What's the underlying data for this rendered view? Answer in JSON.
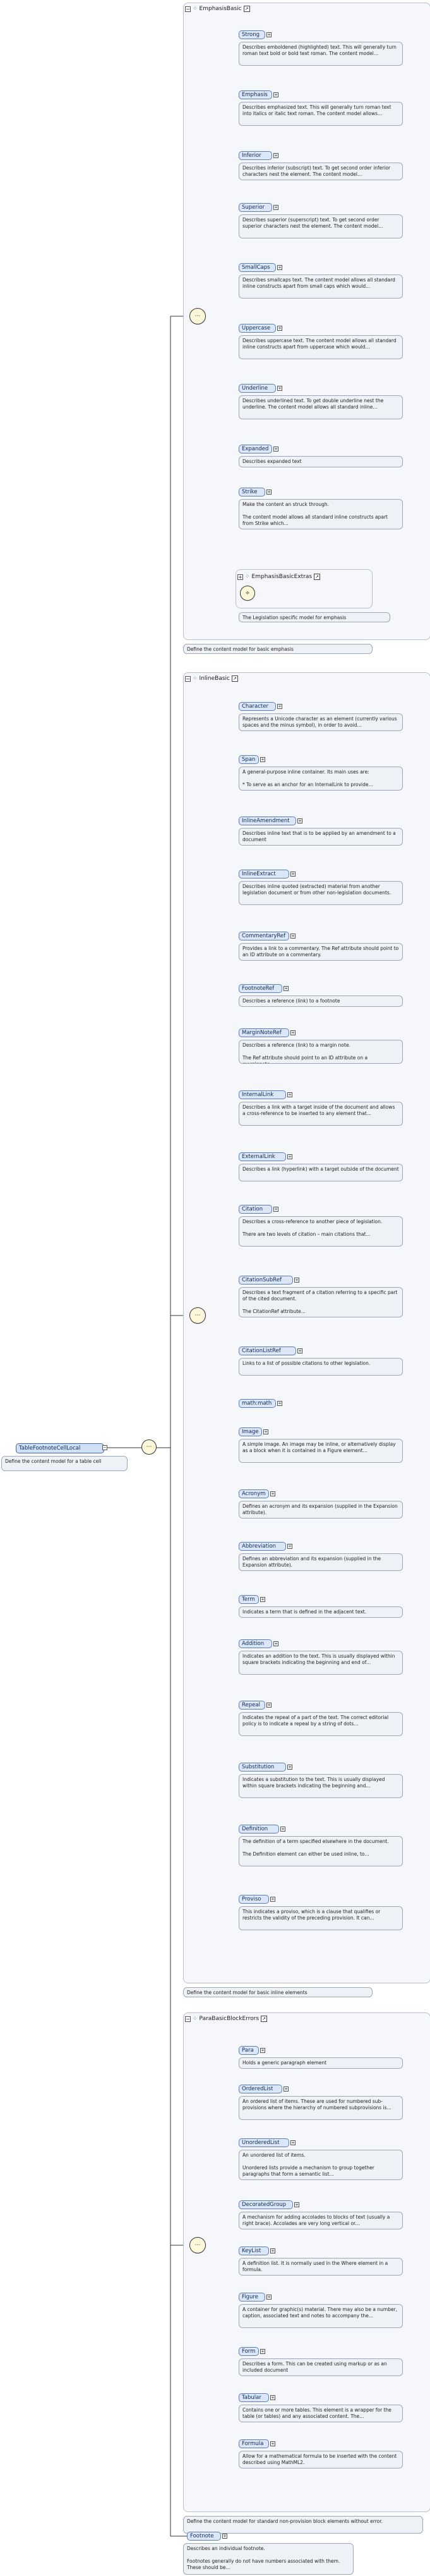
{
  "root": {
    "label": "TableFootnoteCellLocal",
    "desc": "Define the content model for a table cell"
  },
  "groups": [
    {
      "id": "emph",
      "title": "EmphasisBasic",
      "group_desc": "Define the content model for basic emphasis",
      "items": [
        {
          "label": "Strong",
          "desc": "Describes emboldened (highlighted) text. This will generally turn roman text bold or bold text roman. The content model..."
        },
        {
          "label": "Emphasis",
          "desc": "Describes emphasized text. This will generally turn roman text into italics or italic text roman. The content model allows..."
        },
        {
          "label": "Inferior",
          "desc": "Describes inferior (subscript) text. To get second order inferior characters nest the element. The content model..."
        },
        {
          "label": "Superior",
          "desc": "Describes superior (superscript) text. To get second order superior characters nest the element. The content model..."
        },
        {
          "label": "SmallCaps",
          "desc": "Describes smallcaps text. The content model allows all standard inline constructs apart from small caps which would..."
        },
        {
          "label": "Uppercase",
          "desc": "Describes uppercase text. The content model allows all standard inline constructs apart from uppercase which would..."
        },
        {
          "label": "Underline",
          "desc": "Describes underlined text. To get double underline nest the underline. The content model allows all standard inline..."
        },
        {
          "label": "Expanded",
          "desc": "Describes expanded text"
        },
        {
          "label": "Strike",
          "desc": "Make the content an struck through.\n\nThe content model allows all standard inline constructs apart from Strike which..."
        }
      ],
      "extra_group": "EmphasisBasicExtras",
      "extra_desc": "The Legislation specific model for emphasis"
    },
    {
      "id": "inline",
      "title": "InlineBasic",
      "group_desc": "Define the content model for basic inline elements",
      "items": [
        {
          "label": "Character",
          "desc": "Represents a Unicode character as an element (currently various spaces and the minus symbol), in order to avoid..."
        },
        {
          "label": "Span",
          "desc": "A general-purpose inline container. Its main uses are:\n\n* To serve as an anchor for an InternalLink to provide..."
        },
        {
          "label": "InlineAmendment",
          "desc": "Describes inline text that is to be applied by an amendment to a document"
        },
        {
          "label": "InlineExtract",
          "desc": "Describes inline quoted (extracted) material from another legislation document or from other non-legislation documents."
        },
        {
          "label": "CommentaryRef",
          "desc": "Provides a link to a commentary. The Ref attribute should point to an ID attribute on a commentary."
        },
        {
          "label": "FootnoteRef",
          "desc": "Describes a reference (link) to a footnote"
        },
        {
          "label": "MarginNoteRef",
          "desc": "Describes a reference (link) to a margin note.\n\nThe Ref attribute should point to an ID attribute on a marginnote..."
        },
        {
          "label": "InternalLink",
          "desc": "Describes a link with a target inside of the document and allows a cross-reference to be inserted to any element that..."
        },
        {
          "label": "ExternalLink",
          "desc": "Describes a link (hyperlink) with a target outside of the document"
        },
        {
          "label": "Citation",
          "desc": "Describes a cross-reference to another piece of legislation.\n\nThere are two levels of citation – main citations that..."
        },
        {
          "label": "CitationSubRef",
          "desc": "Describes a text fragment of a citation referring to a specific part of the cited document.\n\nThe CitationRef attribute..."
        },
        {
          "label": "CitationListRef",
          "desc": "Links to a list of possible citations to other legislation."
        },
        {
          "label": "math:math",
          "desc": ""
        },
        {
          "label": "Image",
          "desc": "A simple image. An image may be inline, or alternatively display as a block when it is contained in a Figure element..."
        },
        {
          "label": "Acronym",
          "desc": "Defines an acronym and its expansion (supplied in the Expansion attribute)."
        },
        {
          "label": "Abbreviation",
          "desc": "Defines an abbreviation and its expansion (supplied in the Expansion attribute)."
        },
        {
          "label": "Term",
          "desc": "Indicates a term that is defined in the adjacent text."
        },
        {
          "label": "Addition",
          "desc": "Indicates an addition to the text. This is usually displayed within square brackets indicating the beginning and end of..."
        },
        {
          "label": "Repeal",
          "desc": "Indicates the repeal of a part of the text. The correct editorial policy is to indicate a repeal by a string of dots..."
        },
        {
          "label": "Substitution",
          "desc": "Indicates a substitution to the text. This is usually displayed within square brackets indicating the beginning and..."
        },
        {
          "label": "Definition",
          "desc": "The definition of a term specified elsewhere in the document.\n\nThe Definition element can either be used inline, to..."
        },
        {
          "label": "Proviso",
          "desc": "This indicates a proviso, which is a clause that qualifies or restricts the validity of the preceding provision. It can..."
        }
      ]
    },
    {
      "id": "para",
      "title": "ParaBasicBlockErrors",
      "group_desc": "Define the content model for standard non-provision block elements without error.",
      "items": [
        {
          "label": "Para",
          "desc": "Holds a generic paragraph element"
        },
        {
          "label": "OrderedList",
          "desc": "An ordered list of items. These are used for numbered sub-provisions where the hierarchy of numbered subprovisions is..."
        },
        {
          "label": "UnorderedList",
          "desc": "An unordered list of items.\n\nUnordered lists provide a mechanism to group together paragraphs that form a semantic list..."
        },
        {
          "label": "DecoratedGroup",
          "desc": "A mechanism for adding accolades to blocks of text (usually a right brace). Accolades are very long vertical or..."
        },
        {
          "label": "KeyList",
          "desc": "A definition list. It is normally used in the Where element in a formula."
        },
        {
          "label": "Figure",
          "desc": "A container for graphic(s) material. There may also be a number, caption, associated text and notes to accompany the..."
        },
        {
          "label": "Form",
          "desc": "Describes a form. This can be created using markup or as an included document"
        },
        {
          "label": "Tabular",
          "desc": "Contains one or more tables. This element is a wrapper for the table (or tables) and any associated content. The..."
        },
        {
          "label": "Formula",
          "desc": "Allow for a mathematical formula to be inserted with the content described using MathML2."
        }
      ]
    }
  ],
  "footnote": {
    "label": "Footnote",
    "desc": "Describes an individual footnote.\n\nFootnotes generally do not have numbers associated with them. These should be..."
  }
}
